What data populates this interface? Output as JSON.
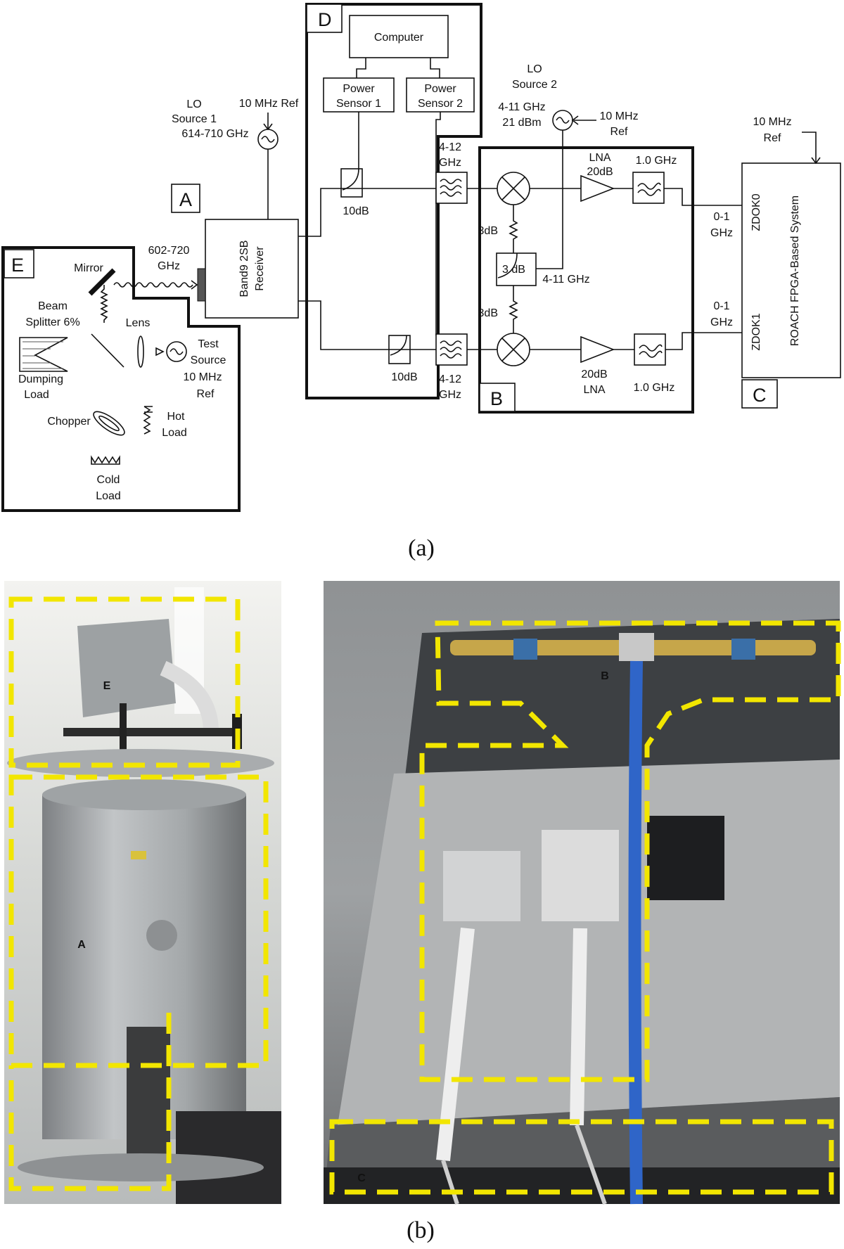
{
  "diagram": {
    "blocks": {
      "A": "A",
      "B": "B",
      "C": "C",
      "D": "D",
      "E": "E"
    },
    "computer": "Computer",
    "power_sensor_1": [
      "Power",
      "Sensor 1"
    ],
    "power_sensor_2": [
      "Power",
      "Sensor 2"
    ],
    "lo1": [
      "LO",
      "Source 1",
      "614-710 GHz"
    ],
    "lo1_ref": "10 MHz Ref",
    "lo2": [
      "LO",
      "Source 2",
      "4-11 GHz",
      "21 dBm"
    ],
    "lo2_ref": [
      "10 MHz",
      "Ref"
    ],
    "receiver": [
      "Band9 2SB",
      "Receiver"
    ],
    "rf_band": [
      "602-720",
      "GHz"
    ],
    "coupler_10db_top": "10dB",
    "coupler_10db_bottom": "10dB",
    "bpf_top": [
      "4-12",
      "GHz"
    ],
    "bpf_bottom": [
      "4-12",
      "GHz"
    ],
    "lna_top": [
      "LNA",
      "20dB"
    ],
    "lna_bottom": [
      "20dB",
      "LNA"
    ],
    "lpf_top": "1.0 GHz",
    "lpf_bottom": "1.0 GHz",
    "att_top": "3dB",
    "att_bottom": "3dB",
    "hybrid": "3 dB",
    "hybrid_freq": "4-11 GHz",
    "if_top": [
      "0-1",
      "GHz"
    ],
    "if_bottom": [
      "0-1",
      "GHz"
    ],
    "roach_ref": [
      "10 MHz",
      "Ref"
    ],
    "roach": "ROACH FPGA-Based System",
    "zdok0": "ZDOK0",
    "zdok1": "ZDOK1",
    "mirror": "Mirror",
    "beam_splitter": [
      "Beam",
      "Splitter 6%"
    ],
    "lens": "Lens",
    "test_source": [
      "Test",
      "Source",
      "10 MHz",
      "Ref"
    ],
    "dumping_load": [
      "Dumping",
      "Load"
    ],
    "chopper": "Chopper",
    "hot_load": [
      "Hot",
      "Load"
    ],
    "cold_load": [
      "Cold",
      "Load"
    ],
    "caption": "(a)"
  },
  "photos": {
    "left_labels": [
      "E",
      "A"
    ],
    "right_labels": [
      "B",
      "C"
    ],
    "caption": "(b)",
    "highlight_color": "#f2e600"
  }
}
